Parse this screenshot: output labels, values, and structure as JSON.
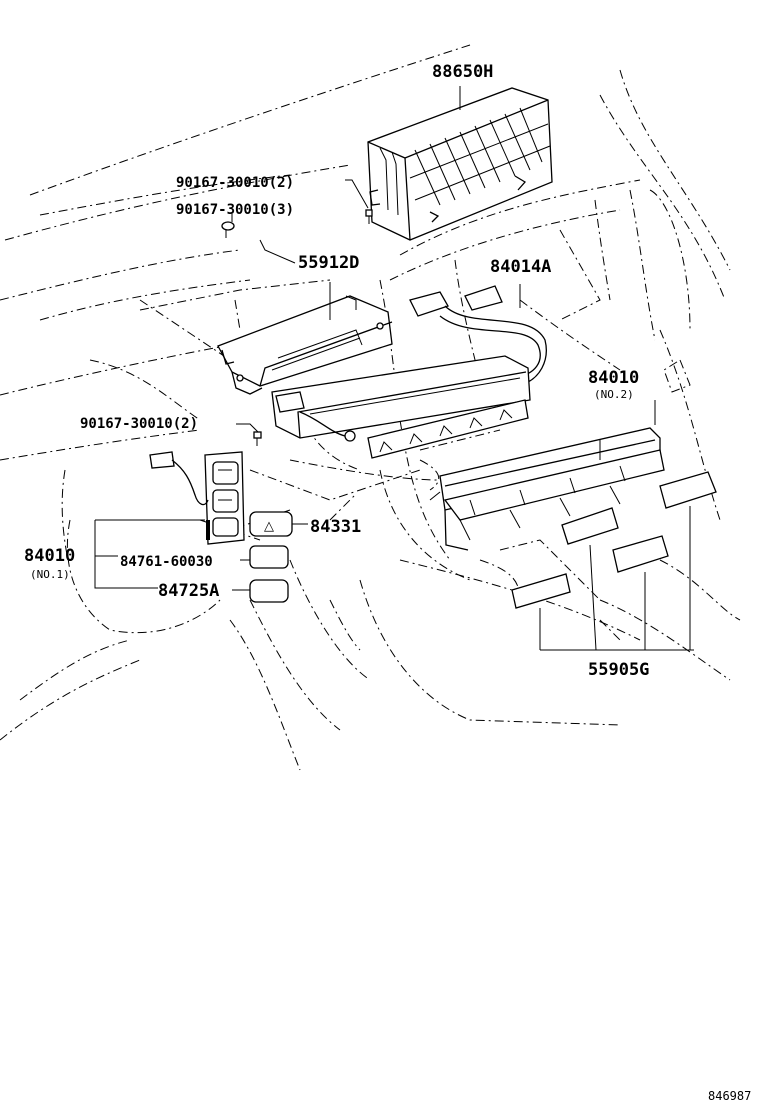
{
  "parts": {
    "p88650H": "88650H",
    "p90167_2a": "90167-30010(2)",
    "p90167_3": "90167-30010(3)",
    "p55912D": "55912D",
    "p84014A": "84014A",
    "p84010_no2": "84010",
    "p84010_no2_sub": "(NO.2)",
    "p90167_2b": "90167-30010(2)",
    "p84331": "84331",
    "p84010_no1": "84010",
    "p84010_no1_sub": "(NO.1)",
    "p84761": "84761-60030",
    "p84725A": "84725A",
    "p55905G": "55905G"
  },
  "icons": {
    "hazard": "△"
  },
  "footer": {
    "ref_number": "846987"
  }
}
